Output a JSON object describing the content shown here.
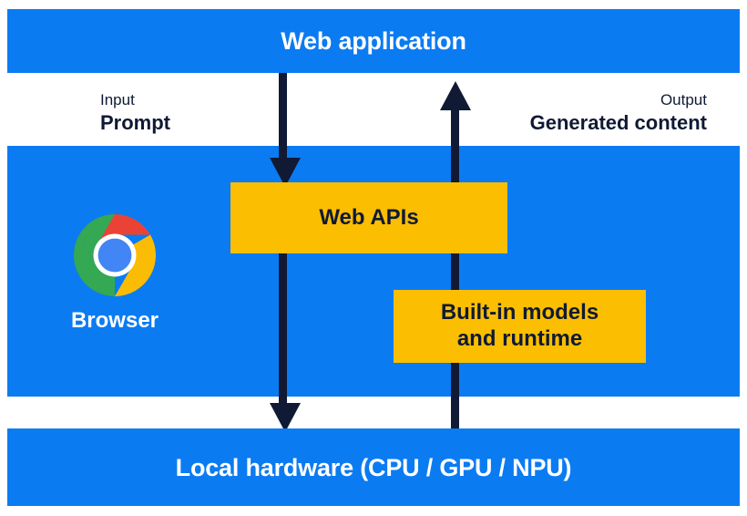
{
  "diagram": {
    "title": "Web application",
    "bands": {
      "top": {
        "label": "Web application"
      },
      "bottom": {
        "label": "Local hardware (CPU / GPU / NPU)"
      }
    },
    "io": {
      "input": {
        "kind": "Input",
        "value": "Prompt"
      },
      "output": {
        "kind": "Output",
        "value": "Generated content"
      }
    },
    "boxes": {
      "web_apis": {
        "label": "Web APIs"
      },
      "builtin_models": {
        "label": "Built-in models\nand runtime"
      }
    },
    "browser": {
      "label": "Browser",
      "icon": "chrome-logo"
    },
    "arrows": [
      {
        "name": "web-application-to-web-apis",
        "direction": "down"
      },
      {
        "name": "web-apis-to-local-hardware",
        "direction": "down"
      },
      {
        "name": "local-hardware-to-web-application",
        "direction": "up"
      }
    ],
    "colors": {
      "blue": "#0B7BF2",
      "yellow": "#FCBE00",
      "navy": "#101A35",
      "white": "#FFFFFF",
      "chrome_red": "#EA4335",
      "chrome_yellow": "#FBBC05",
      "chrome_green": "#34A853",
      "chrome_blue": "#4285F4"
    }
  }
}
